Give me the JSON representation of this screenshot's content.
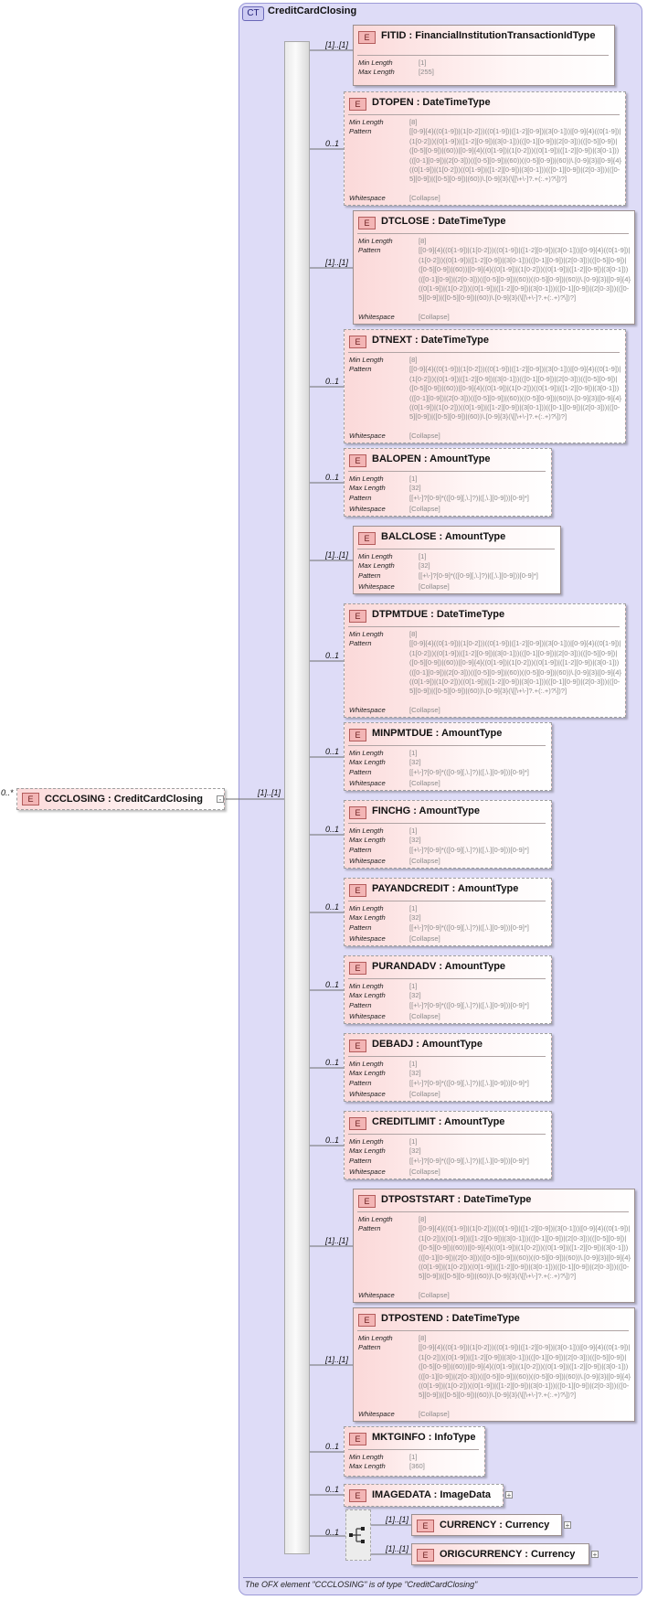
{
  "complex_type": {
    "badge": "CT",
    "name": "CreditCardClosing",
    "footer": "The OFX element \"CCCLOSING\" is of type \"CreditCardClosing\""
  },
  "root": {
    "badge": "E",
    "name": "CCCLOSING : CreditCardClosing",
    "occurrence": "0..*",
    "link_occurrence": "[1]..[1]",
    "expand": "-"
  },
  "facet_labels": {
    "min_length": "Min Length",
    "max_length": "Max Length",
    "pattern": "Pattern",
    "whitespace": "Whitespace"
  },
  "elements": [
    {
      "name": "FITID      : FinancialInstitutionTransactionIdType",
      "occurrence": "[1]..[1]",
      "optional": false,
      "facets": [
        {
          "label": "Min Length",
          "value": "[1]"
        },
        {
          "label": "Max Length",
          "value": "[255]"
        }
      ]
    },
    {
      "name": "DTOPEN : DateTimeType",
      "occurrence": "0..1",
      "optional": true,
      "facets": [
        {
          "label": "Min Length",
          "value": "[8]"
        },
        {
          "label": "Pattern",
          "value": "[[0-9]{4}((0[1-9])|(1[0-2]))((0[1-9])|([1-2][0-9])|(3[0-1]))|[0-9]{4}((0[1-9])|(1[0-2]))((0[1-9])|([1-2][0-9])|(3[0-1]))(([0-1][0-9])|(2[0-3]))(([0-5][0-9])|([0-5][0-9])|(60))|[0-9]{4}((0[1-9])|(1[0-2]))((0[1-9])|([1-2][0-9])|(3[0-1]))(([0-1][0-9])|(2[0-3]))(([0-5][0-9])|(60))((0-5][0-9])|(60))\\.[0-9]{3}|[0-9]{4}((0[1-9])|(1[0-2]))((0[1-9])|([1-2][0-9])|(3[0-1]))(([0-1][0-9])|(2[0-3]))(([0-5][0-9])|([0-5][0-9])|(60))\\.[0-9]{3}(\\[[\\+\\-]?.+(:.+)?\\])?]"
        },
        {
          "label": "Whitespace",
          "value": "[Collapse]"
        }
      ]
    },
    {
      "name": "DTCLOSE : DateTimeType",
      "occurrence": "[1]..[1]",
      "optional": false,
      "facets": [
        {
          "label": "Min Length",
          "value": "[8]"
        },
        {
          "label": "Pattern",
          "value": "[[0-9]{4}((0[1-9])|(1[0-2]))((0[1-9])|([1-2][0-9])|(3[0-1]))|[0-9]{4}((0[1-9])|(1[0-2]))((0[1-9])|([1-2][0-9])|(3[0-1]))(([0-1][0-9])|(2[0-3]))(([0-5][0-9])|([0-5][0-9])|(60))|[0-9]{4}((0[1-9])|(1[0-2]))((0[1-9])|([1-2][0-9])|(3[0-1]))(([0-1][0-9])|(2[0-3]))(([0-5][0-9])|(60))((0-5][0-9])|(60))\\.[0-9]{3}|[0-9]{4}((0[1-9])|(1[0-2]))((0[1-9])|([1-2][0-9])|(3[0-1]))(([0-1][0-9])|(2[0-3]))(([0-5][0-9])|([0-5][0-9])|(60))\\.[0-9]{3}(\\[[\\+\\-]?.+(:.+)?\\])?]"
        },
        {
          "label": "Whitespace",
          "value": "[Collapse]"
        }
      ]
    },
    {
      "name": "DTNEXT : DateTimeType",
      "occurrence": "0..1",
      "optional": true,
      "facets": [
        {
          "label": "Min Length",
          "value": "[8]"
        },
        {
          "label": "Pattern",
          "value": "[[0-9]{4}((0[1-9])|(1[0-2]))((0[1-9])|([1-2][0-9])|(3[0-1]))|[0-9]{4}((0[1-9])|(1[0-2]))((0[1-9])|([1-2][0-9])|(3[0-1]))(([0-1][0-9])|(2[0-3]))(([0-5][0-9])|([0-5][0-9])|(60))|[0-9]{4}((0[1-9])|(1[0-2]))((0[1-9])|([1-2][0-9])|(3[0-1]))(([0-1][0-9])|(2[0-3]))(([0-5][0-9])|(60))((0-5][0-9])|(60))\\.[0-9]{3}|[0-9]{4}((0[1-9])|(1[0-2]))((0[1-9])|([1-2][0-9])|(3[0-1]))(([0-1][0-9])|(2[0-3]))(([0-5][0-9])|([0-5][0-9])|(60))\\.[0-9]{3}(\\[[\\+\\-]?.+(:.+)?\\])?]"
        },
        {
          "label": "Whitespace",
          "value": "[Collapse]"
        }
      ]
    },
    {
      "name": "BALOPEN : AmountType",
      "occurrence": "0..1",
      "optional": true,
      "facets": [
        {
          "label": "Min Length",
          "value": "[1]"
        },
        {
          "label": "Max Length",
          "value": "[32]"
        },
        {
          "label": "Pattern",
          "value": "[[+\\-]?[0-9]*(([0-9][,\\.]?)|([,\\.][0-9]))[0-9]*]"
        },
        {
          "label": "Whitespace",
          "value": "[Collapse]"
        }
      ]
    },
    {
      "name": "BALCLOSE : AmountType",
      "occurrence": "[1]..[1]",
      "optional": false,
      "facets": [
        {
          "label": "Min Length",
          "value": "[1]"
        },
        {
          "label": "Max Length",
          "value": "[32]"
        },
        {
          "label": "Pattern",
          "value": "[[+\\-]?[0-9]*(([0-9][,\\.]?)|([,\\.][0-9]))[0-9]*]"
        },
        {
          "label": "Whitespace",
          "value": "[Collapse]"
        }
      ]
    },
    {
      "name": "DTPMTDUE : DateTimeType",
      "occurrence": "0..1",
      "optional": true,
      "facets": [
        {
          "label": "Min Length",
          "value": "[8]"
        },
        {
          "label": "Pattern",
          "value": "[[0-9]{4}((0[1-9])|(1[0-2]))((0[1-9])|([1-2][0-9])|(3[0-1]))|[0-9]{4}((0[1-9])|(1[0-2]))((0[1-9])|([1-2][0-9])|(3[0-1]))(([0-1][0-9])|(2[0-3]))(([0-5][0-9])|([0-5][0-9])|(60))|[0-9]{4}((0[1-9])|(1[0-2]))((0[1-9])|([1-2][0-9])|(3[0-1]))(([0-1][0-9])|(2[0-3]))(([0-5][0-9])|(60))((0-5][0-9])|(60))\\.[0-9]{3}|[0-9]{4}((0[1-9])|(1[0-2]))((0[1-9])|([1-2][0-9])|(3[0-1]))(([0-1][0-9])|(2[0-3]))(([0-5][0-9])|([0-5][0-9])|(60))\\.[0-9]{3}(\\[[\\+\\-]?.+(:.+)?\\])?]"
        },
        {
          "label": "Whitespace",
          "value": "[Collapse]"
        }
      ]
    },
    {
      "name": "MINPMTDUE : AmountType",
      "occurrence": "0..1",
      "optional": true,
      "facets": [
        {
          "label": "Min Length",
          "value": "[1]"
        },
        {
          "label": "Max Length",
          "value": "[32]"
        },
        {
          "label": "Pattern",
          "value": "[[+\\-]?[0-9]*(([0-9][,\\.]?)|([,\\.][0-9]))[0-9]*]"
        },
        {
          "label": "Whitespace",
          "value": "[Collapse]"
        }
      ]
    },
    {
      "name": "FINCHG  : AmountType",
      "occurrence": "0..1",
      "optional": true,
      "facets": [
        {
          "label": "Min Length",
          "value": "[1]"
        },
        {
          "label": "Max Length",
          "value": "[32]"
        },
        {
          "label": "Pattern",
          "value": "[[+\\-]?[0-9]*(([0-9][,\\.]?)|([,\\.][0-9]))[0-9]*]"
        },
        {
          "label": "Whitespace",
          "value": "[Collapse]"
        }
      ]
    },
    {
      "name": "PAYANDCREDIT : AmountType",
      "occurrence": "0..1",
      "optional": true,
      "facets": [
        {
          "label": "Min Length",
          "value": "[1]"
        },
        {
          "label": "Max Length",
          "value": "[32]"
        },
        {
          "label": "Pattern",
          "value": "[[+\\-]?[0-9]*(([0-9][,\\.]?)|([,\\.][0-9]))[0-9]*]"
        },
        {
          "label": "Whitespace",
          "value": "[Collapse]"
        }
      ]
    },
    {
      "name": "PURANDADV : AmountType",
      "occurrence": "0..1",
      "optional": true,
      "facets": [
        {
          "label": "Min Length",
          "value": "[1]"
        },
        {
          "label": "Max Length",
          "value": "[32]"
        },
        {
          "label": "Pattern",
          "value": "[[+\\-]?[0-9]*(([0-9][,\\.]?)|([,\\.][0-9]))[0-9]*]"
        },
        {
          "label": "Whitespace",
          "value": "[Collapse]"
        }
      ]
    },
    {
      "name": "DEBADJ : AmountType",
      "occurrence": "0..1",
      "optional": true,
      "facets": [
        {
          "label": "Min Length",
          "value": "[1]"
        },
        {
          "label": "Max Length",
          "value": "[32]"
        },
        {
          "label": "Pattern",
          "value": "[[+\\-]?[0-9]*(([0-9][,\\.]?)|([,\\.][0-9]))[0-9]*]"
        },
        {
          "label": "Whitespace",
          "value": "[Collapse]"
        }
      ]
    },
    {
      "name": "CREDITLIMIT : AmountType",
      "occurrence": "0..1",
      "optional": true,
      "facets": [
        {
          "label": "Min Length",
          "value": "[1]"
        },
        {
          "label": "Max Length",
          "value": "[32]"
        },
        {
          "label": "Pattern",
          "value": "[[+\\-]?[0-9]*(([0-9][,\\.]?)|([,\\.][0-9]))[0-9]*]"
        },
        {
          "label": "Whitespace",
          "value": "[Collapse]"
        }
      ]
    },
    {
      "name": "DTPOSTSTART : DateTimeType",
      "occurrence": "[1]..[1]",
      "optional": false,
      "facets": [
        {
          "label": "Min Length",
          "value": "[8]"
        },
        {
          "label": "Pattern",
          "value": "[[0-9]{4}((0[1-9])|(1[0-2]))((0[1-9])|([1-2][0-9])|(3[0-1]))|[0-9]{4}((0[1-9])|(1[0-2]))((0[1-9])|([1-2][0-9])|(3[0-1]))(([0-1][0-9])|(2[0-3]))(([0-5][0-9])|([0-5][0-9])|(60))|[0-9]{4}((0[1-9])|(1[0-2]))((0[1-9])|([1-2][0-9])|(3[0-1]))(([0-1][0-9])|(2[0-3]))(([0-5][0-9])|(60))((0-5][0-9])|(60))\\.[0-9]{3}|[0-9]{4}((0[1-9])|(1[0-2]))((0[1-9])|([1-2][0-9])|(3[0-1]))(([0-1][0-9])|(2[0-3]))(([0-5][0-9])|([0-5][0-9])|(60))\\.[0-9]{3}(\\[[\\+\\-]?.+(:.+)?\\])?]"
        },
        {
          "label": "Whitespace",
          "value": "[Collapse]"
        }
      ]
    },
    {
      "name": "DTPOSTEND : DateTimeType",
      "occurrence": "[1]..[1]",
      "optional": false,
      "facets": [
        {
          "label": "Min Length",
          "value": "[8]"
        },
        {
          "label": "Pattern",
          "value": "[[0-9]{4}((0[1-9])|(1[0-2]))((0[1-9])|([1-2][0-9])|(3[0-1]))|[0-9]{4}((0[1-9])|(1[0-2]))((0[1-9])|([1-2][0-9])|(3[0-1]))(([0-1][0-9])|(2[0-3]))(([0-5][0-9])|([0-5][0-9])|(60))|[0-9]{4}((0[1-9])|(1[0-2]))((0[1-9])|([1-2][0-9])|(3[0-1]))(([0-1][0-9])|(2[0-3]))(([0-5][0-9])|(60))((0-5][0-9])|(60))\\.[0-9]{3}|[0-9]{4}((0[1-9])|(1[0-2]))((0[1-9])|([1-2][0-9])|(3[0-1]))(([0-1][0-9])|(2[0-3]))(([0-5][0-9])|([0-5][0-9])|(60))\\.[0-9]{3}(\\[[\\+\\-]?.+(:.+)?\\])?]"
        },
        {
          "label": "Whitespace",
          "value": "[Collapse]"
        }
      ]
    },
    {
      "name": "MKTGINFO : InfoType",
      "occurrence": "0..1",
      "optional": true,
      "facets": [
        {
          "label": "Min Length",
          "value": "[1]"
        },
        {
          "label": "Max Length",
          "value": "[360]"
        }
      ]
    },
    {
      "name": "IMAGEDATA : ImageData",
      "occurrence": "0..1",
      "optional": true,
      "expandable": "+",
      "facets": []
    }
  ],
  "choice": {
    "occurrence": "0..1",
    "items": [
      {
        "name": "CURRENCY : Currency",
        "occurrence": "[1]..[1]",
        "expandable": "+"
      },
      {
        "name": "ORIGCURRENCY : Currency",
        "occurrence": "[1]..[1]",
        "expandable": "+"
      }
    ]
  }
}
